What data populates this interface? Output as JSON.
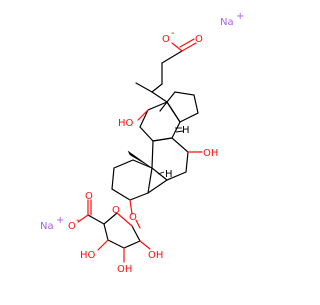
{
  "molecule": {
    "ions": {
      "na_top": "Na",
      "na_bottom": "Na",
      "plus": "+"
    },
    "oxygen_labels": {
      "carboxylate_top": "O",
      "carbonyl_top": "O",
      "oh_c12": "HO",
      "oh_c7": "OH",
      "glycosidic": "O",
      "ring": "O",
      "carboxylate_bottom": "O",
      "carbonyl_bottom": "O",
      "oh_left": "HO",
      "oh_right": "OH",
      "oh_bottom": "OH"
    },
    "charges": {
      "minus": "-"
    },
    "stereo_h": "H",
    "colors": {
      "atom": "#000000",
      "oxygen": "#ff0d0d",
      "sodium": "#ab5cf2",
      "background": "#ffffff"
    }
  }
}
